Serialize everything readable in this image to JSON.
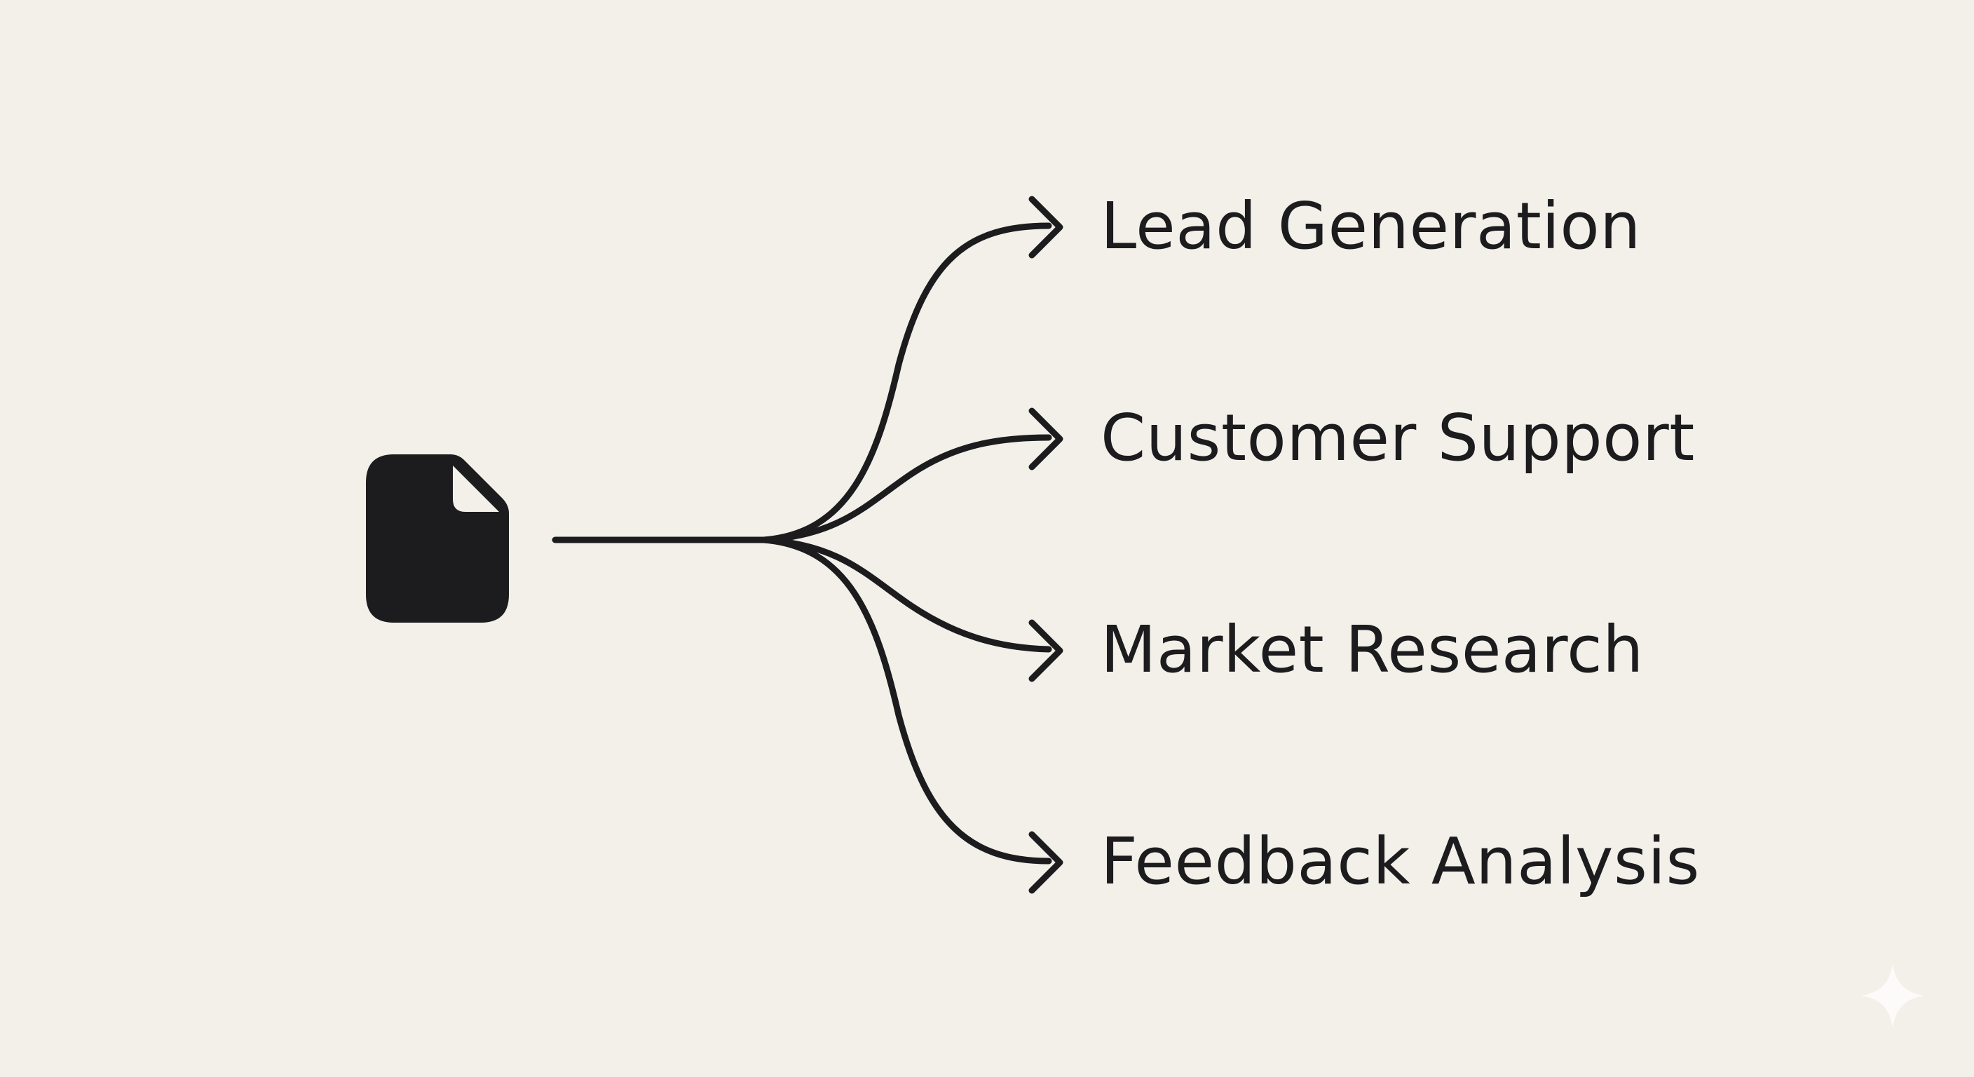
{
  "diagram": {
    "source_icon": "document-icon",
    "branches": [
      {
        "id": "lead-generation",
        "label": "Lead Generation"
      },
      {
        "id": "customer-support",
        "label": "Customer Support"
      },
      {
        "id": "market-research",
        "label": "Market Research"
      },
      {
        "id": "feedback-analysis",
        "label": "Feedback Analysis"
      }
    ]
  },
  "watermark_icon": "sparkle-icon",
  "colors": {
    "background": "#f2f0e9",
    "ink": "#1c1c1e",
    "watermark": "#ffffff"
  }
}
